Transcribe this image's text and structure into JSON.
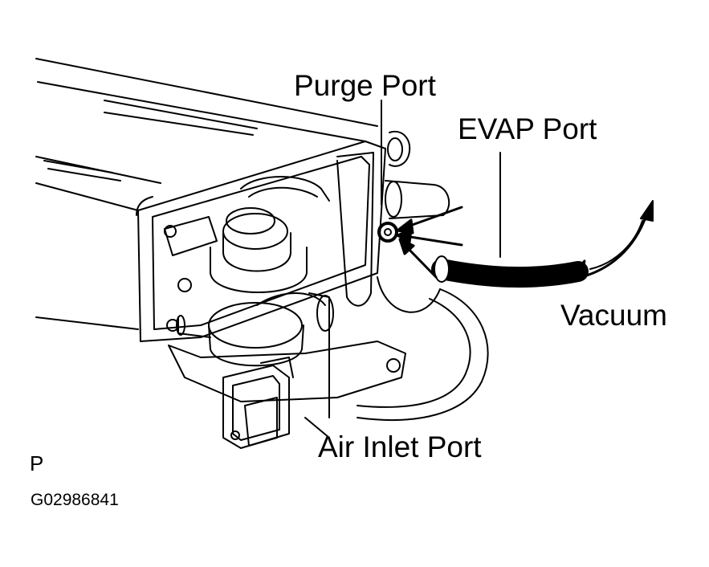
{
  "labels": {
    "purge_port": "Purge Port",
    "evap_port": "EVAP Port",
    "vacuum": "Vacuum",
    "air_inlet_port": "Air Inlet Port",
    "corner_mark": "P",
    "figure_code": "G02986841"
  },
  "colors": {
    "ink": "#000000",
    "paper": "#ffffff"
  }
}
